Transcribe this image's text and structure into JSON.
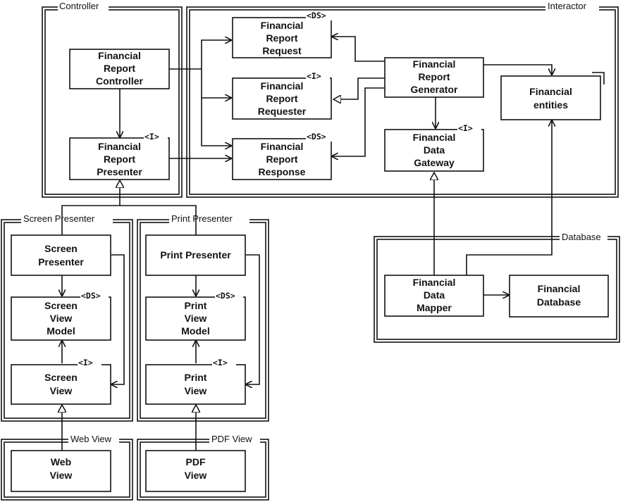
{
  "packages": {
    "controller": "Controller",
    "interactor": "Interactor",
    "screen_presenter": "Screen Presenter",
    "print_presenter": "Print Presenter",
    "database": "Database",
    "web_view": "Web View",
    "pdf_view": "PDF View"
  },
  "stereotypes": {
    "ds": "<DS>",
    "i": "<I>"
  },
  "boxes": {
    "fr_controller": [
      "Financial",
      "Report",
      "Controller"
    ],
    "fr_presenter": [
      "Financial",
      "Report",
      "Presenter"
    ],
    "fr_request": [
      "Financial",
      "Report",
      "Request"
    ],
    "fr_requester": [
      "Financial",
      "Report",
      "Requester"
    ],
    "fr_response": [
      "Financial",
      "Report",
      "Response"
    ],
    "fr_generator": [
      "Financial",
      "Report",
      "Generator"
    ],
    "fin_entities": [
      "Financial",
      "entities"
    ],
    "fin_gateway": [
      "Financial",
      "Data",
      "Gateway"
    ],
    "screen_presenter": [
      "Screen",
      "Presenter"
    ],
    "screen_view_model": [
      "Screen",
      "View",
      "Model"
    ],
    "screen_view": [
      "Screen",
      "View"
    ],
    "print_presenter": [
      "Print Presenter"
    ],
    "print_view_model": [
      "Print",
      "View",
      "Model"
    ],
    "print_view": [
      "Print",
      "View"
    ],
    "fin_data_mapper": [
      "Financial",
      "Data",
      "Mapper"
    ],
    "fin_database": [
      "Financial",
      "Database"
    ],
    "web_view": [
      "Web",
      "View"
    ],
    "pdf_view": [
      "PDF",
      "View"
    ]
  }
}
